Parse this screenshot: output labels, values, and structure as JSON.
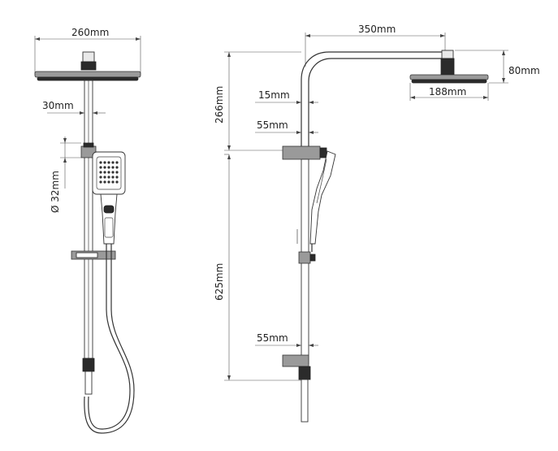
{
  "dimensions": {
    "head_width": "260mm",
    "arm_offset": "30mm",
    "handset_diameter": "Ø 32mm",
    "arm_reach": "350mm",
    "head_height": "80mm",
    "head_width_side": "188mm",
    "upper_height": "266mm",
    "pipe_offset": "15mm",
    "holder_offset_top": "55mm",
    "rail_length": "625mm",
    "holder_offset_bottom": "55mm"
  }
}
